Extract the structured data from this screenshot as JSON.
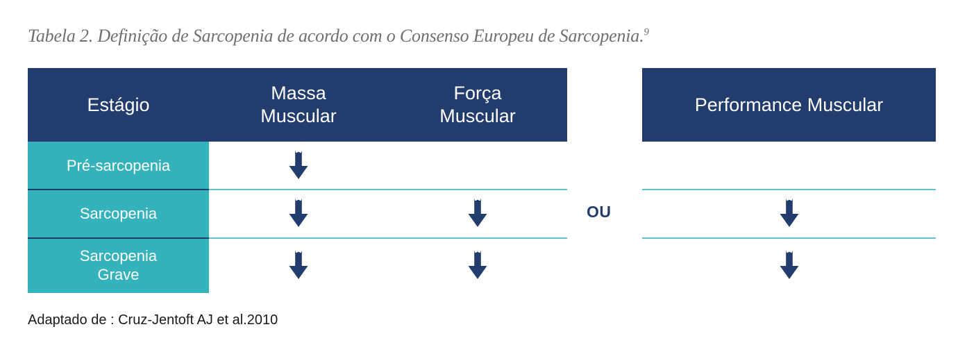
{
  "caption": {
    "text": "Tabela 2. Definição de Sarcopenia de acordo com o Consenso Europeu de Sarcopenia.",
    "superscript": "9"
  },
  "colors": {
    "header_navy": "#223C6E",
    "stage_teal": "#35B3BC",
    "rule_teal": "#5cc4cc",
    "arrow_navy": "#223C6E",
    "caption_gray": "#6f6f6f",
    "text_white": "#ffffff"
  },
  "left_table": {
    "headers": {
      "stage": "Estágio",
      "mass": "Massa\nMuscular",
      "mass_line1": "Massa",
      "mass_line2": "Muscular",
      "force_line1": "Força",
      "force_line2": "Muscular"
    },
    "rows": [
      {
        "stage_line1": "Pré-sarcopenia",
        "stage_line2": "",
        "mass_arrow": "arrow-down",
        "force_arrow": ""
      },
      {
        "stage_line1": "Sarcopenia",
        "stage_line2": "",
        "mass_arrow": "arrow-down",
        "force_arrow": "arrow-down"
      },
      {
        "stage_line1": "Sarcopenia",
        "stage_line2": "Grave",
        "mass_arrow": "arrow-down",
        "force_arrow": "arrow-down"
      }
    ]
  },
  "connector": {
    "label": "OU"
  },
  "right_table": {
    "header": "Performance Muscular",
    "rows": [
      {
        "performance_arrow": ""
      },
      {
        "performance_arrow": "arrow-down"
      },
      {
        "performance_arrow": "arrow-down"
      }
    ]
  },
  "footnote": {
    "text": "Adaptado de : Cruz-Jentoft AJ et al.2010"
  }
}
